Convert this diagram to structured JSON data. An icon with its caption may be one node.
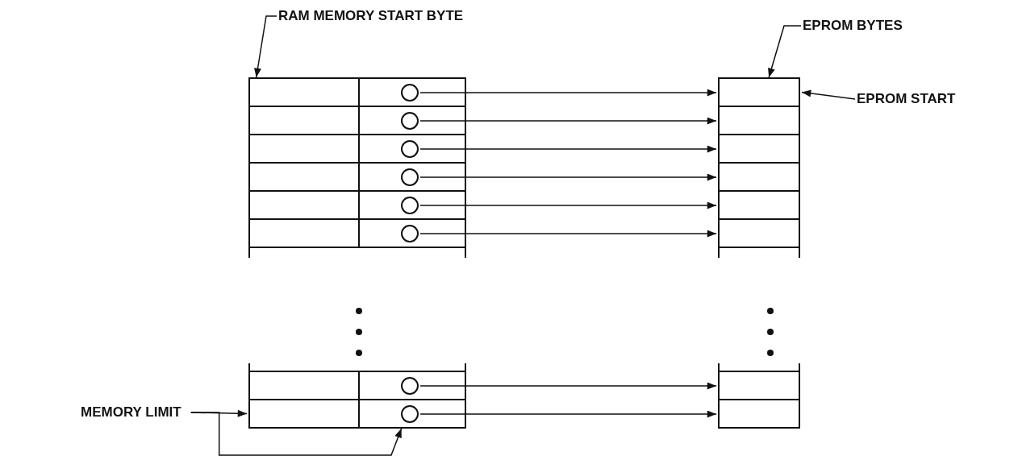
{
  "diagram": {
    "nodes": [
      {
        "text": [
          "RAM MEMORY START BYTE"
        ]
      },
      {
        "text": [
          "EPROM BYTES"
        ]
      },
      {
        "text": [
          "EPROM START"
        ]
      },
      {
        "text": [
          "MEMORY LIMIT"
        ]
      },
      {
        "text": [],
        "shape": "box"
      },
      {
        "text": [],
        "shape": "box"
      },
      {
        "text": [],
        "shape": "box"
      },
      {
        "text": [],
        "shape": "box"
      },
      {
        "text": [],
        "shape": "box"
      },
      {
        "text": [],
        "shape": "box"
      },
      {
        "text": [],
        "shape": "box"
      },
      {
        "text": [],
        "shape": "box"
      },
      {
        "text": [],
        "shape": "box"
      },
      {
        "text": [],
        "shape": "box"
      },
      {
        "text": [],
        "shape": "box"
      },
      {
        "text": [],
        "shape": "box"
      },
      {
        "text": [],
        "shape": "box"
      },
      {
        "text": [],
        "shape": "box"
      },
      {
        "text": [],
        "shape": "box"
      },
      {
        "text": [],
        "shape": "box"
      },
      {
        "text": [],
        "shape": "circle",
        "in": 12
      },
      {
        "text": [],
        "shape": "circle",
        "in": 13
      },
      {
        "text": [],
        "shape": "circle",
        "in": 14
      },
      {
        "text": [],
        "shape": "circle",
        "in": 15
      },
      {
        "text": [],
        "shape": "circle",
        "in": 16
      },
      {
        "text": [],
        "shape": "circle",
        "in": 17
      },
      {
        "text": [],
        "shape": "circle",
        "in": 18
      },
      {
        "text": [],
        "shape": "circle",
        "in": 19
      },
      {
        "text": [],
        "shape": "box"
      },
      {
        "text": [],
        "shape": "box"
      },
      {
        "text": [],
        "shape": "box"
      },
      {
        "text": [],
        "shape": "box"
      },
      {
        "text": [],
        "shape": "box"
      },
      {
        "text": [],
        "shape": "box"
      },
      {
        "text": [],
        "shape": "box"
      },
      {
        "text": [],
        "shape": "box"
      }
    ],
    "edges": [
      {
        "from": 0,
        "to": 4,
        "arrow": "to"
      },
      {
        "from": 1,
        "to": 28,
        "arrow": "to"
      },
      {
        "from": 2,
        "to": 28,
        "arrow": "to"
      },
      {
        "from": 3,
        "to": 11,
        "arrow": "to"
      },
      {
        "from": 3,
        "to": 19,
        "arrow": "to"
      },
      {
        "from": 20,
        "to": 28,
        "arrow": "to"
      },
      {
        "from": 21,
        "to": 29,
        "arrow": "to"
      },
      {
        "from": 22,
        "to": 30,
        "arrow": "to"
      },
      {
        "from": 23,
        "to": 31,
        "arrow": "to"
      },
      {
        "from": 24,
        "to": 32,
        "arrow": "to"
      },
      {
        "from": 25,
        "to": 33,
        "arrow": "to"
      },
      {
        "from": 26,
        "to": 34,
        "arrow": "to"
      },
      {
        "from": 27,
        "to": 35,
        "arrow": "to"
      }
    ]
  }
}
